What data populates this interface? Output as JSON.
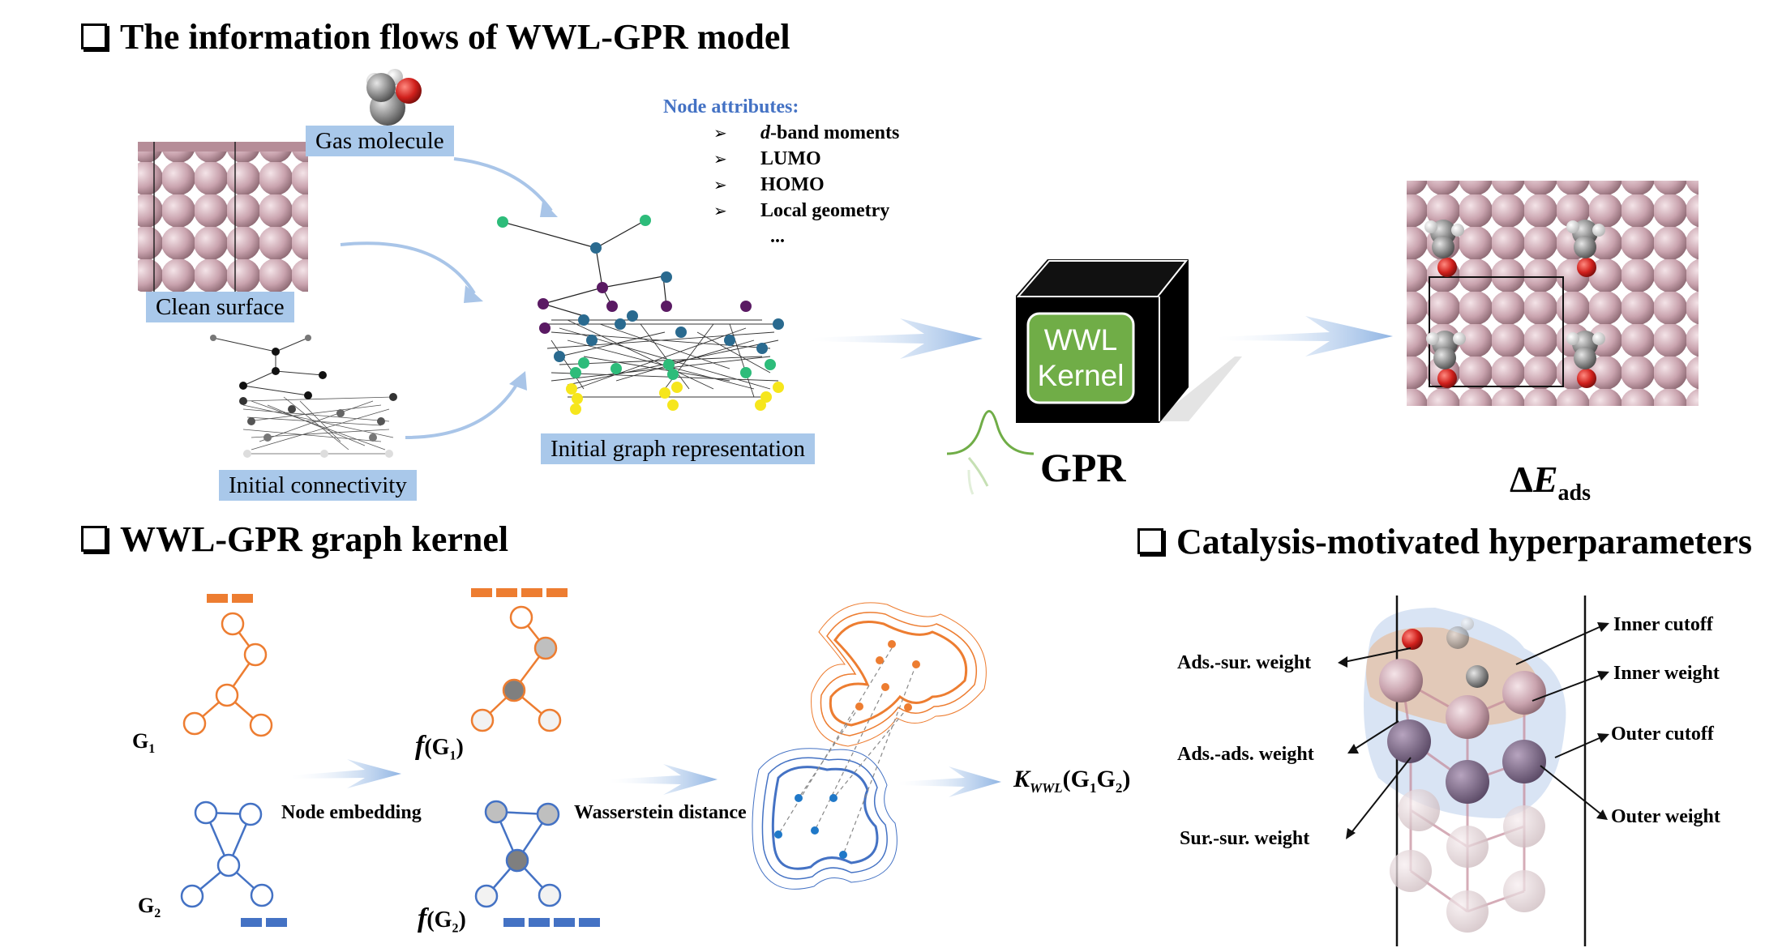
{
  "sections": {
    "top": "The information flows of WWL-GPR model",
    "kernel": "WWL-GPR graph kernel",
    "hyper": "Catalysis-motivated hyperparameters"
  },
  "inputs": {
    "gas": "Gas molecule",
    "surface": "Clean surface",
    "connectivity": "Initial connectivity",
    "graph": "Initial graph representation"
  },
  "node_attributes": {
    "heading": "Node attributes:",
    "items": [
      {
        "pre": "d",
        "text": "-band moments"
      },
      {
        "pre": "",
        "text": "LUMO"
      },
      {
        "pre": "",
        "text": "HOMO"
      },
      {
        "pre": "",
        "text": "Local geometry"
      },
      {
        "pre": "",
        "text": "..."
      }
    ]
  },
  "model": {
    "kernel_line1": "WWL",
    "kernel_line2": "Kernel",
    "gpr": "GPR",
    "output_delta": "Δ",
    "output_E": "E",
    "output_sub": "ads"
  },
  "kernel_panel": {
    "g1": "G",
    "g1_sub": "1",
    "g2": "G",
    "g2_sub": "2",
    "fg1_f": "f",
    "fg1_rest": "(G",
    "fg1_sub": "1",
    "fg1_end": ")",
    "fg2_f": "f",
    "fg2_rest": "(G",
    "fg2_sub": "2",
    "fg2_end": ")",
    "node_embedding": "Node embedding",
    "wasserstein": "Wasserstein distance",
    "kwwl_K": "K",
    "kwwl_sub": "WWL",
    "kwwl_rest": "(G",
    "kwwl_s1": "1",
    "kwwl_g": "G",
    "kwwl_s2": "2",
    "kwwl_end": ")"
  },
  "hyperparameters": {
    "left": [
      "Ads.-sur. weight",
      "Ads.-ads. weight",
      "Sur.-sur. weight"
    ],
    "right": [
      "Inner cutoff",
      "Inner weight",
      "Outer cutoff",
      "Outer weight"
    ]
  },
  "colors": {
    "label_bg": "#a9c8ea",
    "arrow": "#9dbde5",
    "kernel_green": "#70ad47",
    "orange": "#ed7d31",
    "blue": "#4472c4",
    "attr_heading": "#4472c4",
    "metal": "#c9a3ae",
    "oxygen": "#d0201c",
    "carbon": "#7f7f7f"
  }
}
